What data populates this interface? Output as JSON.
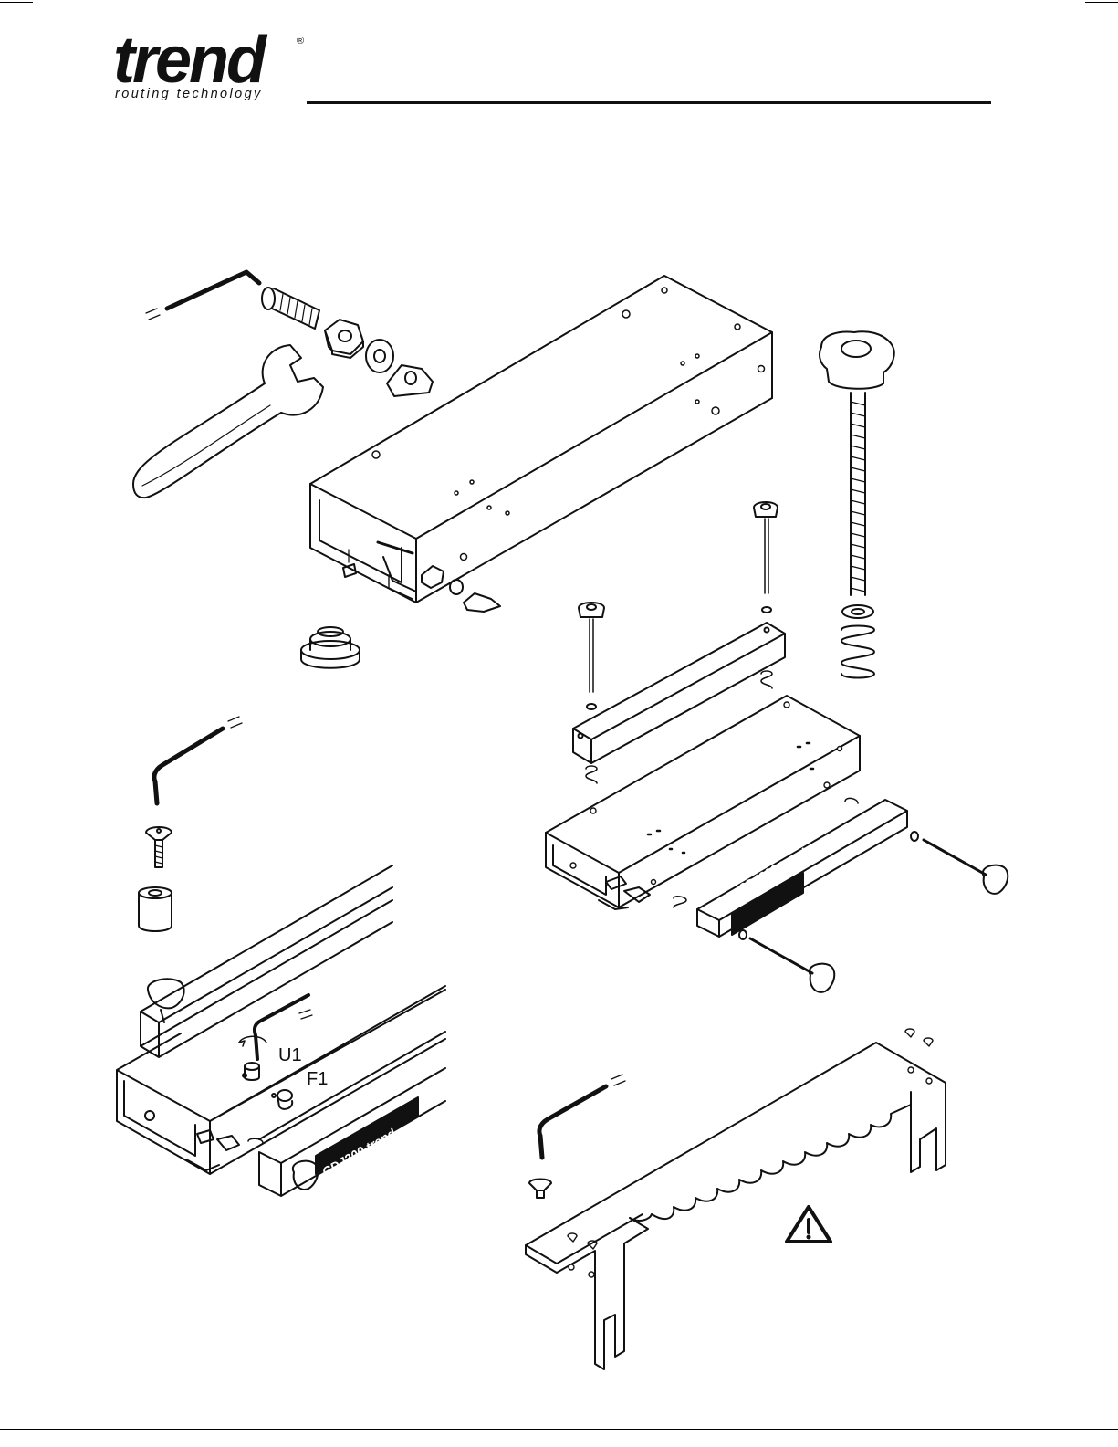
{
  "brand": {
    "name": "trend",
    "registered": "®",
    "tagline": "routing technology"
  },
  "callouts": {
    "u1": "U1",
    "f1": "F1"
  },
  "labels": {
    "product": "CDJ300",
    "product_brand": "trend"
  },
  "icons": {
    "warning": "warning-triangle-icon"
  },
  "colors": {
    "ink": "#111111",
    "paper": "#ffffff",
    "label_bg": "#111111",
    "label_text": "#ffffff"
  }
}
